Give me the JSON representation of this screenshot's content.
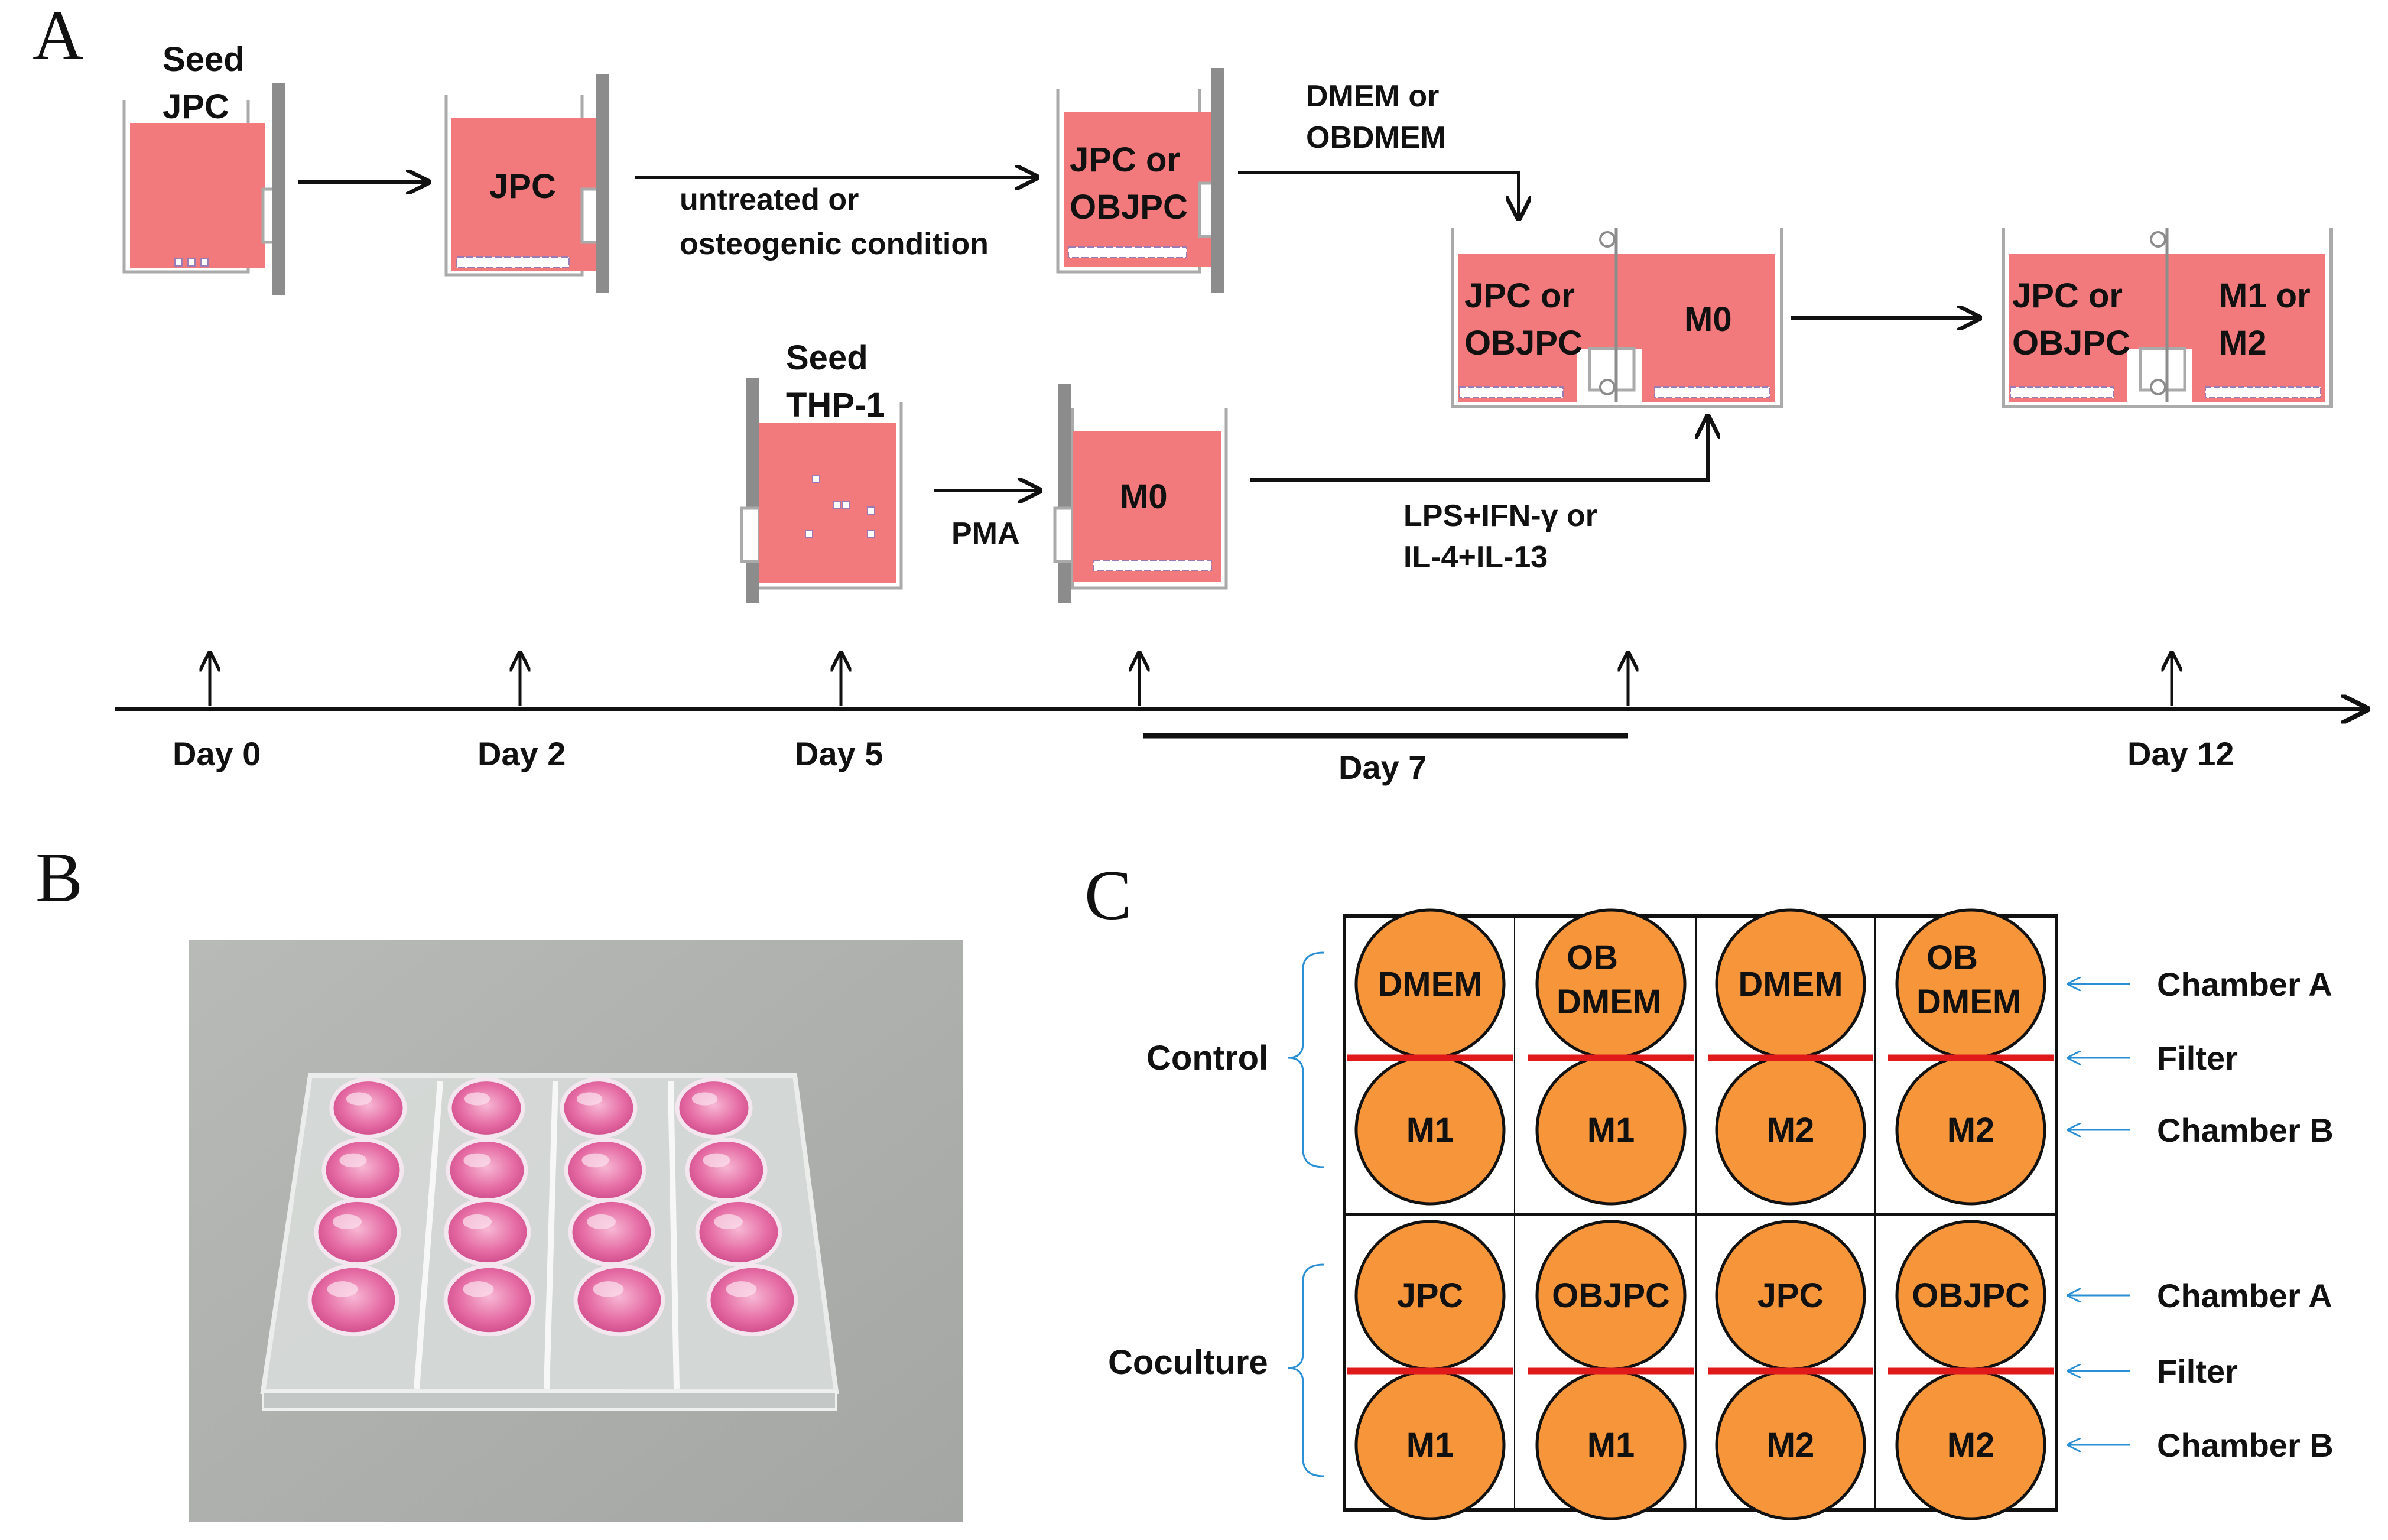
{
  "panels": {
    "a": "A",
    "b": "B",
    "c": "C"
  },
  "panelA": {
    "seed_jpc": [
      "Seed",
      "JPC"
    ],
    "day2_label": "JPC",
    "treatment": [
      "untreated or",
      "osteogenic condition"
    ],
    "jpc_or_objpc": [
      "JPC or",
      "OBJPC"
    ],
    "media": [
      "DMEM or",
      "OBDMEM"
    ],
    "seed_thp1": [
      "Seed",
      "THP-1"
    ],
    "pma": "PMA",
    "m0": "M0",
    "stimulation": [
      "LPS+IFN-γ or",
      "IL-4+IL-13"
    ],
    "insert_left": [
      "JPC or",
      "OBJPC"
    ],
    "insert_right_day7": "M0",
    "insert_right_day12": [
      "M1 or",
      "M2"
    ],
    "days": [
      "Day 0",
      "Day 2",
      "Day 5",
      "Day 7",
      "Day 12"
    ]
  },
  "panelC": {
    "group_labels": [
      "Control",
      "Coculture"
    ],
    "control_top": [
      [
        "DMEM"
      ],
      [
        "OB",
        "DMEM"
      ],
      [
        "DMEM"
      ],
      [
        "OB",
        "DMEM"
      ]
    ],
    "control_bottom": [
      "M1",
      "M1",
      "M2",
      "M2"
    ],
    "coculture_top": [
      "JPC",
      "OBJPC",
      "JPC",
      "OBJPC"
    ],
    "coculture_bottom": [
      "M1",
      "M1",
      "M2",
      "M2"
    ],
    "row_labels": [
      "Chamber A",
      "Filter",
      "Chamber B",
      "Chamber A",
      "Filter",
      "Chamber B"
    ]
  },
  "colors": {
    "medium": "#f27a7c",
    "well": "#f7953a",
    "filter": "#e0191b",
    "indicator_arrow": "#2b8fd6",
    "wall": "#8c8c8c"
  }
}
